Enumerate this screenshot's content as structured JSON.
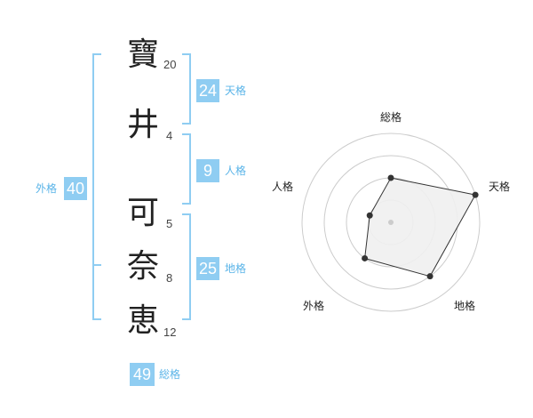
{
  "name": {
    "characters": [
      {
        "char": "寶",
        "strokes": "20"
      },
      {
        "char": "井",
        "strokes": "4"
      },
      {
        "char": "可",
        "strokes": "5"
      },
      {
        "char": "奈",
        "strokes": "8"
      },
      {
        "char": "恵",
        "strokes": "12"
      }
    ]
  },
  "fortunes": {
    "tenkaku": {
      "value": "24",
      "label": "天格"
    },
    "jinkaku": {
      "value": "9",
      "label": "人格"
    },
    "chikaku": {
      "value": "25",
      "label": "地格"
    },
    "gaikaku": {
      "value": "40",
      "label": "外格"
    },
    "soukaku": {
      "value": "49",
      "label": "総格"
    }
  },
  "radar": {
    "axes": [
      "総格",
      "天格",
      "地格",
      "外格",
      "人格"
    ],
    "levels": 4,
    "values": [
      2,
      4,
      3,
      2,
      1
    ],
    "colors": {
      "fill": "#efefef",
      "stroke": "#333333",
      "grid": "#cccccc",
      "center": "#cccccc",
      "point": "#333333"
    }
  },
  "colors": {
    "accent": "#8fcdf2",
    "accent_text": "#5ab4e8"
  }
}
